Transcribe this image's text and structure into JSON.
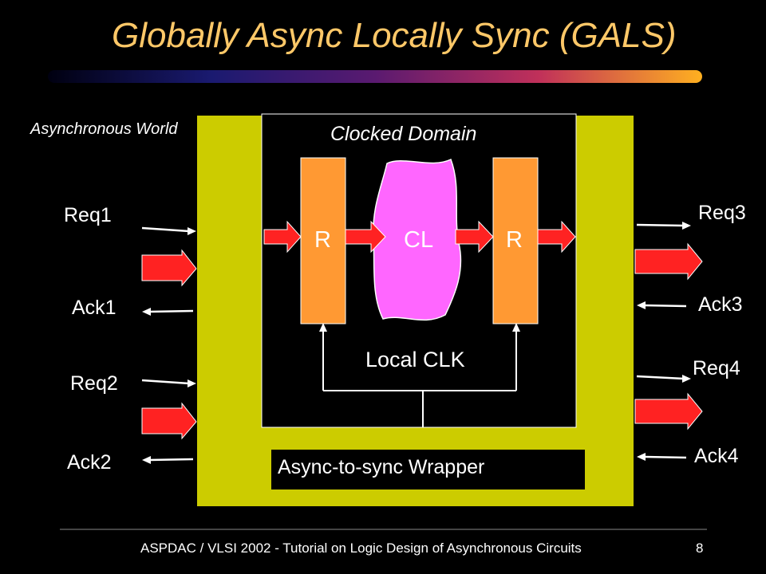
{
  "title": "Globally Async Locally Sync (GALS)",
  "async_world": "Asynchronous World",
  "clocked_domain": "Clocked Domain",
  "signals": {
    "req1": "Req1",
    "ack1": "Ack1",
    "req2": "Req2",
    "ack2": "Ack2",
    "req3": "Req3",
    "ack3": "Ack3",
    "req4": "Req4",
    "ack4": "Ack4"
  },
  "blocks": {
    "reg1": "R",
    "cl": "CL",
    "reg2": "R"
  },
  "local_clk": "Local CLK",
  "wrapper": "Async-to-sync Wrapper",
  "footer": "ASPDAC / VLSI 2002 - Tutorial on Logic Design of Asynchronous Circuits",
  "page_number": "8",
  "colors": {
    "background": "#000000",
    "title": "#ffc868",
    "wrapper_fill": "#cccc00",
    "register_fill": "#ff9933",
    "logic_fill": "#ff66ff",
    "arrow_red": "#ff2222",
    "text": "#ffffff"
  }
}
